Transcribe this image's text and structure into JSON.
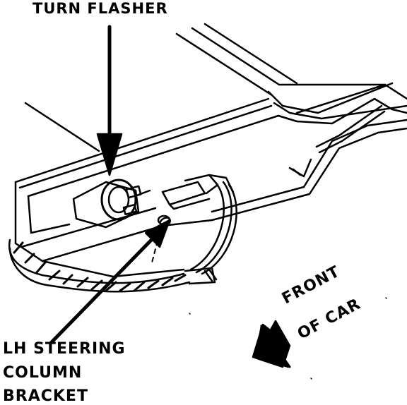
{
  "labels": {
    "turn_flasher": "TURN FLASHER",
    "bracket": [
      "LH STEERING",
      "COLUMN",
      "BRACKET"
    ],
    "front_of_car": [
      "FRONT",
      "OF CAR"
    ]
  }
}
